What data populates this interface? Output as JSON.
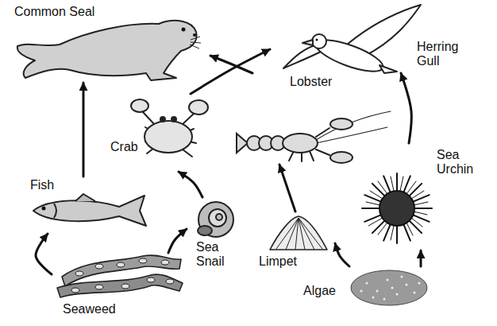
{
  "diagram": {
    "nodes": [
      {
        "text": [
          "Common Seal"
        ]
      },
      {
        "text": [
          "Herring Gull"
        ]
      },
      {
        "text": [
          "Crab"
        ]
      },
      {
        "text": [
          "Lobster"
        ]
      },
      {
        "text": [
          "Sea Urchin"
        ]
      },
      {
        "text": [
          "Fish"
        ]
      },
      {
        "text": [
          "Sea Snail"
        ]
      },
      {
        "text": [
          "Limpet"
        ]
      },
      {
        "text": [
          "Seaweed"
        ]
      },
      {
        "text": [
          "Algae"
        ]
      }
    ],
    "edges": [
      {
        "from": 8,
        "to": 5,
        "arrow": "to"
      },
      {
        "from": 8,
        "to": 6,
        "arrow": "to"
      },
      {
        "from": 5,
        "to": 0,
        "arrow": "to"
      },
      {
        "from": 6,
        "to": 2,
        "arrow": "to"
      },
      {
        "from": 2,
        "to": 1,
        "arrow": "to"
      },
      {
        "from": 3,
        "to": 0,
        "arrow": "to"
      },
      {
        "from": 7,
        "to": 3,
        "arrow": "to"
      },
      {
        "from": 9,
        "to": 7,
        "arrow": "to"
      },
      {
        "from": 9,
        "to": 4,
        "arrow": "to"
      },
      {
        "from": 4,
        "to": 1,
        "arrow": "to"
      }
    ]
  }
}
